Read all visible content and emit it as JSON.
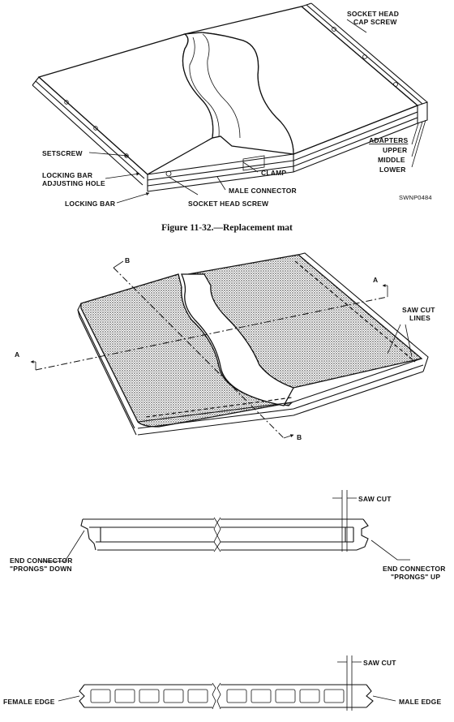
{
  "figure1": {
    "caption": "Figure 11-32.—Replacement mat",
    "code": "SWNP0484",
    "labels": {
      "socket_head_cap_screw_1": "SOCKET HEAD",
      "socket_head_cap_screw_2": "CAP SCREW",
      "setscrew": "SETSCREW",
      "locking_bar_adjusting_hole_1": "LOCKING BAR",
      "locking_bar_adjusting_hole_2": "ADJUSTING HOLE",
      "locking_bar": "LOCKING BAR",
      "clamp": "CLAMP",
      "male_connector": "MALE CONNECTOR",
      "socket_head_screw": "SOCKET HEAD SCREW",
      "adapters": "ADAPTERS",
      "upper": "UPPER",
      "middle": "MIDDLE",
      "lower": "LOWER"
    }
  },
  "figure2": {
    "labels": {
      "section_a_left": "A",
      "section_a_right": "A",
      "section_b_top": "B",
      "section_b_bottom": "B",
      "saw_cut_lines_1": "SAW CUT",
      "saw_cut_lines_2": "LINES"
    }
  },
  "section_a": {
    "saw_cut": "SAW CUT",
    "end_connector_down_1": "END CONNECTOR",
    "end_connector_down_2": "\"PRONGS\" DOWN",
    "end_connector_up_1": "END CONNECTOR",
    "end_connector_up_2": "\"PRONGS\" UP"
  },
  "section_b": {
    "saw_cut": "SAW CUT",
    "female_edge": "FEMALE EDGE",
    "male_edge": "MALE EDGE"
  }
}
